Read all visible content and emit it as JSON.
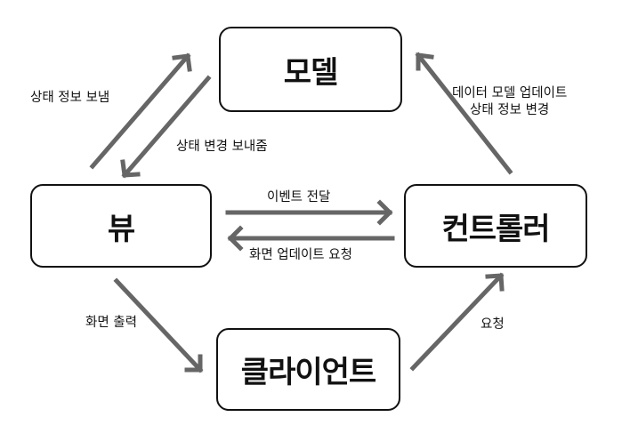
{
  "diagram": {
    "nodes": {
      "model": "모델",
      "view": "뷰",
      "controller": "컨트롤러",
      "client": "클라이언트"
    },
    "edges": {
      "view_to_model": "상태 정보 보냄",
      "model_to_view": "상태 변경 보내줌",
      "controller_to_model": [
        "데이터 모델 업데이트",
        "상태 정보 변경"
      ],
      "view_to_controller": "이벤트 전달",
      "controller_to_view": "화면 업데이트 요청",
      "view_to_client": "화면 출력",
      "client_to_controller": "요청"
    },
    "colors": {
      "arrow": "#666666",
      "border": "#111111",
      "text": "#111111"
    }
  }
}
